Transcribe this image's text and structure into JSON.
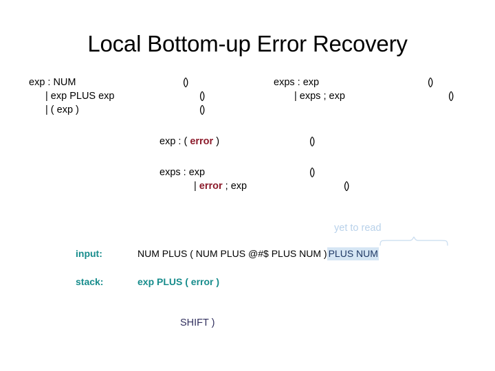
{
  "slide": {
    "title": "Local Bottom-up Error Recovery"
  },
  "grammar_left": {
    "rows": [
      {
        "text": "exp : NUM",
        "marker": "()"
      },
      {
        "text": "| exp PLUS exp",
        "marker": "()"
      },
      {
        "text": "| ( exp )",
        "marker": "()"
      }
    ]
  },
  "grammar_right": {
    "rows": [
      {
        "text": "exps : exp",
        "marker": "()"
      },
      {
        "text": "| exps ; exp",
        "marker": "()"
      }
    ]
  },
  "grammar_error_exp": {
    "row": {
      "prefix": "exp : ( ",
      "error_token": "error",
      "suffix": " )",
      "marker": "()"
    }
  },
  "grammar_error_exps": {
    "row1": {
      "text": "exps : exp",
      "marker": "()"
    },
    "row2": {
      "prefix": "| ",
      "error_token": "error",
      "suffix": " ; exp",
      "marker": "()"
    }
  },
  "annotation": {
    "yet_to_read_label": "yet to read",
    "brace_icon": "curly-brace-up-icon"
  },
  "trace": {
    "input_label": "input:",
    "input_read": "NUM PLUS ( NUM PLUS @#$ PLUS NUM )",
    "input_unread": "PLUS NUM",
    "stack_label": "stack:",
    "stack_content": "exp PLUS ( error )",
    "action": "SHIFT )"
  },
  "colors": {
    "error_token": "#8c1b2b",
    "trace_accent": "#178c8c",
    "unread_highlight": "#d6e6f4",
    "annotation": "#b8d1ea",
    "action": "#31305e"
  }
}
